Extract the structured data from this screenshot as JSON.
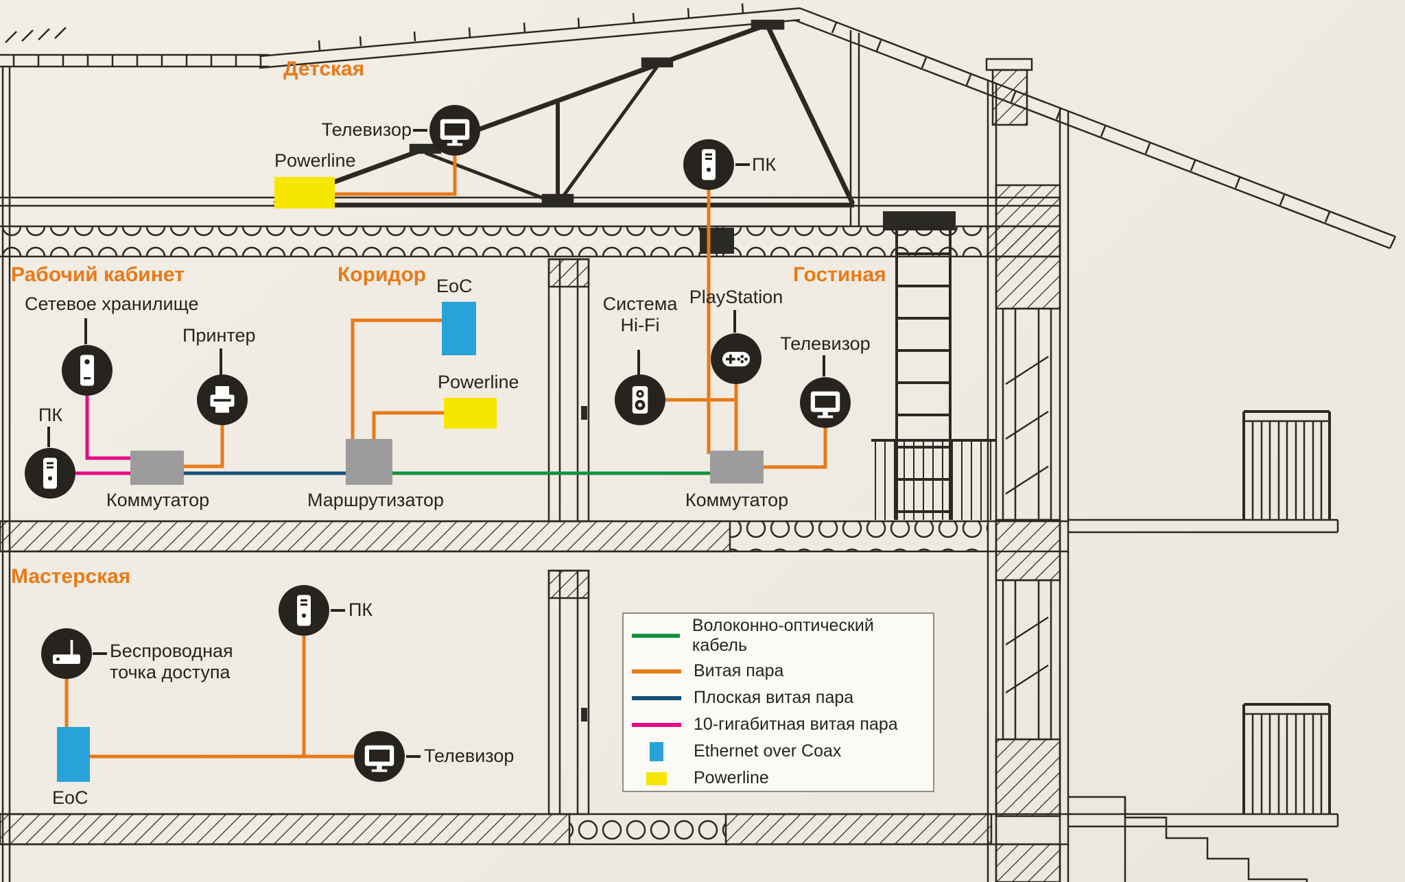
{
  "colors": {
    "fiber_optic": "#12913f",
    "twisted_pair": "#e87a17",
    "flat_twisted_pair": "#184e78",
    "ten_gig_twisted_pair": "#e60b84",
    "ethernet_over_coax": "#29a2d9",
    "powerline": "#f7e600",
    "network_box_gray": "#9c9c9c",
    "room_label_orange": "#e87a17",
    "device_circle": "#27241f",
    "blueprint_ink": "#2b2923",
    "paper": "#f0ece3"
  },
  "rooms": {
    "nursery": {
      "label": "Детская"
    },
    "study": {
      "label": "Рабочий кабинет"
    },
    "corridor": {
      "label": "Коридор"
    },
    "living": {
      "label": "Гостиная"
    },
    "workshop": {
      "label": "Мастерская"
    }
  },
  "devices": {
    "nursery_tv": {
      "label": "Телевизор"
    },
    "nursery_powerline": {
      "label": "Powerline"
    },
    "nursery_pc": {
      "label": "ПК"
    },
    "study_nas": {
      "label": "Сетевое хранилище"
    },
    "study_printer": {
      "label": "Принтер"
    },
    "study_pc": {
      "label": "ПК"
    },
    "study_switch": {
      "label": "Коммутатор"
    },
    "corridor_eoc": {
      "label": "EoC"
    },
    "corridor_powerline": {
      "label": "Powerline"
    },
    "corridor_router": {
      "label": "Маршрутизатор"
    },
    "living_hifi": {
      "label": "Система Hi-Fi"
    },
    "living_playstation": {
      "label": "PlayStation"
    },
    "living_tv": {
      "label": "Телевизор"
    },
    "living_switch": {
      "label": "Коммутатор"
    },
    "workshop_pc": {
      "label": "ПК"
    },
    "workshop_wap": {
      "label": "Беспроводная точка доступа"
    },
    "workshop_eoc": {
      "label": "EoC"
    },
    "workshop_tv": {
      "label": "Телевизор"
    }
  },
  "legend": {
    "items": [
      {
        "label": "Волоконно-оптический кабель"
      },
      {
        "label": "Витая пара"
      },
      {
        "label": "Плоская витая пара"
      },
      {
        "label": "10-гигабитная витая пара"
      },
      {
        "label": "Ethernet over Coax"
      },
      {
        "label": "Powerline"
      }
    ]
  }
}
